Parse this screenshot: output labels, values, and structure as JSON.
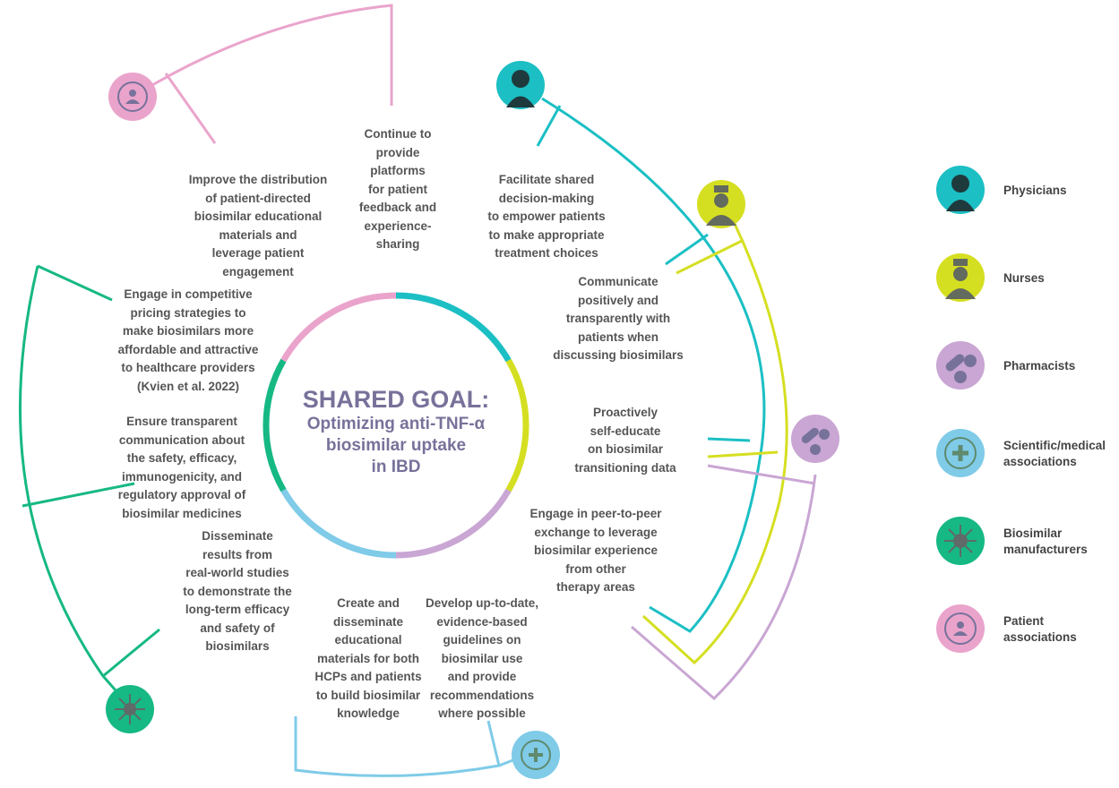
{
  "center": {
    "title": "SHARED GOAL:",
    "subtitle_lines": [
      "Optimizing anti-TNF-α",
      "biosimilar uptake",
      "in IBD"
    ]
  },
  "actions": [
    {
      "stakeholder": "patient",
      "text": "Improve the distribution\nof patient-directed\nbiosimilar educational\nmaterials and\nleverage patient\nengagement"
    },
    {
      "stakeholder": "patient",
      "text": "Continue to\nprovide\nplatforms\nfor patient\nfeedback and\nexperience-\nsharing"
    },
    {
      "stakeholder": "physician",
      "text": "Facilitate shared\ndecision-making\nto empower patients\nto make appropriate\ntreatment choices"
    },
    {
      "stakeholder": "physician-nurse",
      "text": "Communicate\npositively and\ntransparently with\npatients when\ndiscussing biosimilars"
    },
    {
      "stakeholder": "physician-nurse-pharmacist",
      "text": "Proactively\nself-educate\non biosimilar\ntransitioning data"
    },
    {
      "stakeholder": "physician-nurse-pharmacist",
      "text": "Engage in peer-to-peer\nexchange to leverage\nbiosimilar experience\nfrom other\ntherapy areas"
    },
    {
      "stakeholder": "scientific",
      "text": "Develop up-to-date,\nevidence-based\nguidelines on\nbiosimilar use\nand provide\nrecommendations\nwhere possible"
    },
    {
      "stakeholder": "scientific",
      "text": "Create and\ndisseminate\neducational\nmaterials for both\nHCPs and patients\nto build biosimilar\nknowledge"
    },
    {
      "stakeholder": "manufacturer",
      "text": "Disseminate\nresults from\nreal-world studies\nto demonstrate the\nlong-term efficacy\nand safety of\nbiosimilars"
    },
    {
      "stakeholder": "manufacturer",
      "text": "Ensure transparent\ncommunication about\nthe safety, efficacy,\nimmunogenicity, and\nregulatory approval of\nbiosimilar medicines"
    },
    {
      "stakeholder": "manufacturer",
      "text": "Engage in competitive\npricing strategies to\nmake biosimilars more\naffordable and attractive\nto healthcare providers\n(Kvien et al. 2022)"
    }
  ],
  "legend": [
    {
      "label": "Physicians",
      "icon": "physician-icon",
      "color": "#1bbfc4"
    },
    {
      "label": "Nurses",
      "icon": "nurse-icon",
      "color": "#d5df21"
    },
    {
      "label": "Pharmacists",
      "icon": "pills-icon",
      "color": "#c9a6d3"
    },
    {
      "label": "Scientific/medical\nassociations",
      "icon": "network-plus-icon",
      "color": "#7fcbe8"
    },
    {
      "label": "Biosimilar\nmanufacturers",
      "icon": "molecule-icon",
      "color": "#16b884"
    },
    {
      "label": "Patient\nassociations",
      "icon": "network-person-icon",
      "color": "#eaa4cc"
    }
  ]
}
